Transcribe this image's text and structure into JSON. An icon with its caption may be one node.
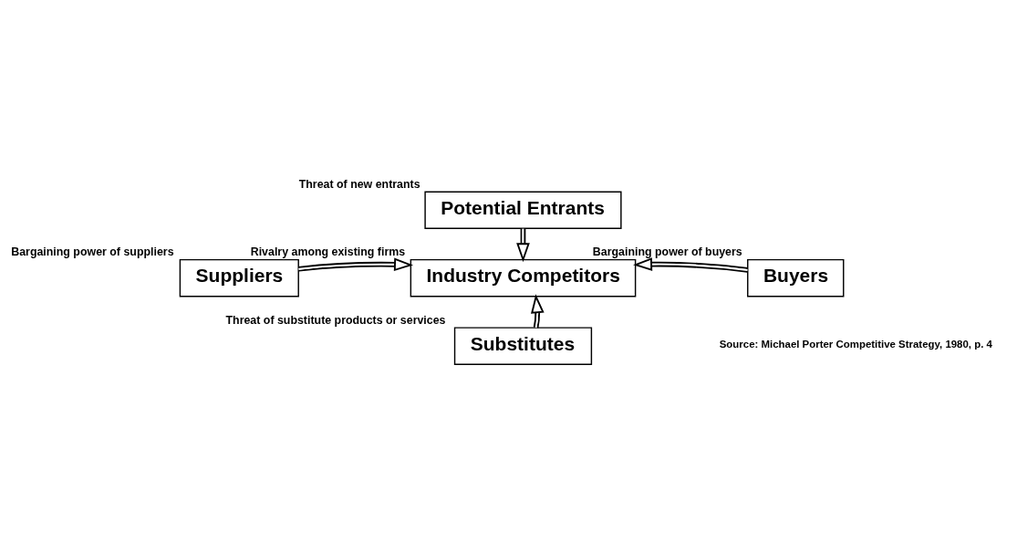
{
  "diagram": {
    "nodes": [
      {
        "text": [
          "Potential Entrants"
        ],
        "beside": [
          "Threat of new entrants"
        ]
      },
      {
        "text": [
          "Suppliers"
        ],
        "beside": [
          "Bargaining power of suppliers"
        ]
      },
      {
        "text": [
          "Industry Competitors"
        ],
        "beside": [
          "Rivalry among existing firms"
        ]
      },
      {
        "text": [
          "Buyers"
        ],
        "beside": [
          "Bargaining power of buyers"
        ]
      },
      {
        "text": [
          "Substitutes"
        ],
        "beside": [
          "Threat of substitute products or services"
        ]
      }
    ],
    "edges": [
      {
        "from": 0,
        "to": 2,
        "arrow": "to"
      },
      {
        "from": 1,
        "to": 2,
        "arrow": "to"
      },
      {
        "from": 3,
        "to": 2,
        "arrow": "to"
      },
      {
        "from": 4,
        "to": 2,
        "arrow": "to"
      }
    ],
    "labels": [
      "Source: Michael Porter Competitive Strategy, 1980, p. 4"
    ]
  }
}
